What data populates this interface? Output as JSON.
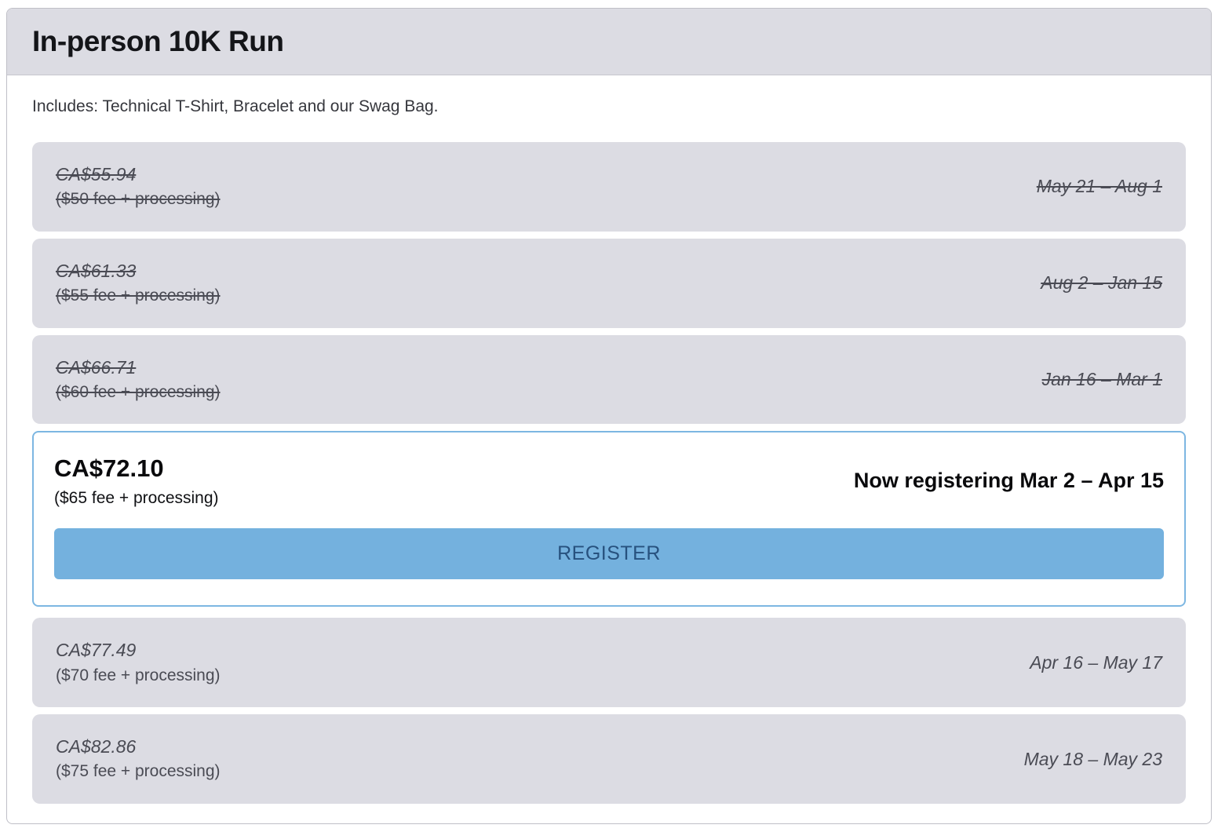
{
  "header": {
    "title": "In-person 10K Run"
  },
  "description": "Includes: Technical T-Shirt, Bracelet and our Swag Bag.",
  "tiers": [
    {
      "price": "CA$55.94",
      "fee": "($50 fee + processing)",
      "dates": "May 21 – Aug 1",
      "status": "past"
    },
    {
      "price": "CA$61.33",
      "fee": "($55 fee + processing)",
      "dates": "Aug 2 – Jan 15",
      "status": "past"
    },
    {
      "price": "CA$66.71",
      "fee": "($60 fee + processing)",
      "dates": "Jan 16 – Mar 1",
      "status": "past"
    },
    {
      "price": "CA$72.10",
      "fee": "($65 fee + processing)",
      "dates": "Now registering Mar 2 – Apr 15",
      "status": "active",
      "register_label": "REGISTER"
    },
    {
      "price": "CA$77.49",
      "fee": "($70 fee + processing)",
      "dates": "Apr 16 – May 17",
      "status": "future"
    },
    {
      "price": "CA$82.86",
      "fee": "($75 fee + processing)",
      "dates": "May 18 – May 23",
      "status": "future"
    }
  ],
  "colors": {
    "row_background": "#dcdce3",
    "active_border": "#7db7e2",
    "button_background": "#74b1de",
    "button_text": "#27517e"
  }
}
